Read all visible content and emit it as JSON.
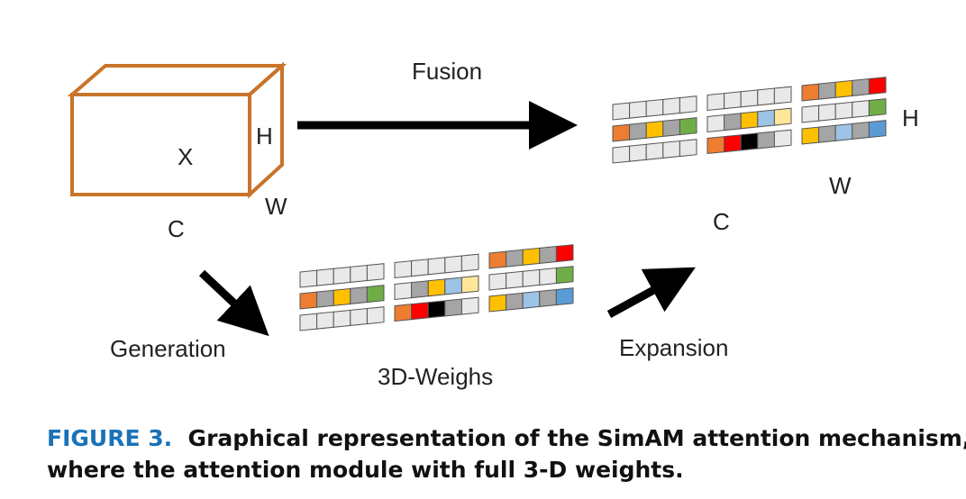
{
  "labels": {
    "fusion": "Fusion",
    "generation": "Generation",
    "expansion": "Expansion",
    "weights": "3D-Weighs",
    "box_x": "X",
    "box_h": "H",
    "box_w": "W",
    "box_c": "C",
    "out_h": "H",
    "out_w": "W",
    "out_c": "C"
  },
  "caption": {
    "figure_label": "FIGURE 3.",
    "line1": "Graphical representation of the SimAM attention mechanism,",
    "line2": "where the attention module with full 3-D weights."
  },
  "colors": {
    "box_edge": "#c8742a",
    "arrow": "#000000",
    "caption_label": "#1a72b8",
    "cell_empty": "#e9e9e9",
    "cell_border": "#555555"
  },
  "weight_groups": [
    [
      [
        "#e9e9e9",
        "#e9e9e9",
        "#e9e9e9",
        "#e9e9e9",
        "#e9e9e9"
      ],
      [
        "#ed7d31",
        "#a5a5a5",
        "#ffc000",
        "#a5a5a5",
        "#70ad47"
      ],
      [
        "#e9e9e9",
        "#e9e9e9",
        "#e9e9e9",
        "#e9e9e9",
        "#e9e9e9"
      ]
    ],
    [
      [
        "#e9e9e9",
        "#e9e9e9",
        "#e9e9e9",
        "#e9e9e9",
        "#e9e9e9"
      ],
      [
        "#e9e9e9",
        "#a5a5a5",
        "#ffc000",
        "#9dc3e6",
        "#ffe699"
      ],
      [
        "#ed7d31",
        "#ff0000",
        "#000000",
        "#a5a5a5",
        "#e9e9e9"
      ]
    ],
    [
      [
        "#ed7d31",
        "#a5a5a5",
        "#ffc000",
        "#a5a5a5",
        "#ff0000"
      ],
      [
        "#e9e9e9",
        "#e9e9e9",
        "#e9e9e9",
        "#e9e9e9",
        "#70ad47"
      ],
      [
        "#ffc000",
        "#a5a5a5",
        "#9dc3e6",
        "#a5a5a5",
        "#5b9bd5"
      ]
    ]
  ]
}
